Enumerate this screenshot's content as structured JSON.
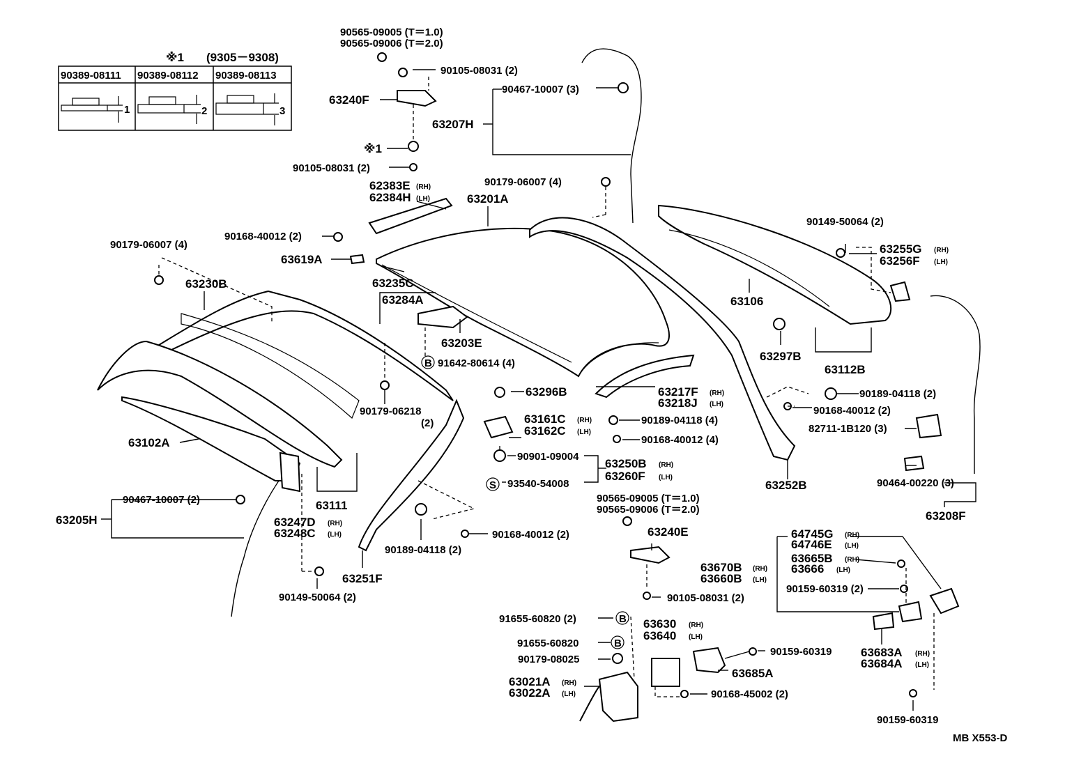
{
  "table": {
    "mark": "※1",
    "date_range": "(9305－9308)",
    "columns": [
      "90389-08111",
      "90389-08112",
      "90389-08113"
    ],
    "thickness": [
      "1",
      "2",
      "3"
    ]
  },
  "labels": {
    "p90565a": "90565-09005 (T＝1.0)",
    "p90565b": "90565-09006 (T＝2.0)",
    "p90105a": "90105-08031 (2)",
    "p63240F": "63240F",
    "p90467a": "90467-10007 (3)",
    "p63207H": "63207H",
    "mark1": "※1",
    "p90105b": "90105-08031 (2)",
    "p90179a": "90179-06007 (4)",
    "p62383E": "62383E",
    "rh": "(RH)",
    "lh": "(LH)",
    "p62384H": "62384H",
    "p63201A": "63201A",
    "p90168a": "90168-40012 (2)",
    "p90149a": "90149-50064 (2)",
    "p90179b": "90179-06007 (4)",
    "p63619A": "63619A",
    "p63255G": "63255G",
    "p63256F": "63256F",
    "p63230B": "63230B",
    "p63235C": "63235C",
    "p63284A": "63284A",
    "p63106": "63106",
    "p63203E": "63203E",
    "p63297B": "63297B",
    "p91642": "91642-80614 (4)",
    "p63112B": "63112B",
    "p90179c": "90179-06218",
    "p90179c2": "(2)",
    "p63296B": "63296B",
    "p63217F": "63217F",
    "p63218J": "63218J",
    "p90189a": "90189-04118 (2)",
    "p90168b": "90168-40012 (2)",
    "p82711": "82711-1B120 (3)",
    "p63161C": "63161C",
    "p63162C": "63162C",
    "p90189b": "90189-04118 (4)",
    "p90168c": "90168-40012 (4)",
    "p63102A": "63102A",
    "p90901": "90901-09004",
    "p63250B": "63250B",
    "p63260F": "63260F",
    "p93540": "93540-54008",
    "p63252B": "63252B",
    "p90464": "90464-00220 (3)",
    "p90565c": "90565-09005 (T＝1.0)",
    "p90565d": "90565-09006 (T＝2.0)",
    "p90467b": "90467-10007 (2)",
    "p63111": "63111",
    "p63205H": "63205H",
    "p63247D": "63247D",
    "p63248C": "63248C",
    "p63208F": "63208F",
    "p90168d": "90168-40012 (2)",
    "p63240E": "63240E",
    "p64745G": "64745G",
    "p64746E": "64746E",
    "p90189c": "90189-04118 (2)",
    "p63251F": "63251F",
    "p63670B": "63670B",
    "p63660B": "63660B",
    "p63665B": "63665B",
    "p63666": "63666",
    "p90149b": "90149-50064 (2)",
    "p90105c": "90105-08031 (2)",
    "p90159a": "90159-60319 (2)",
    "p91655a": "91655-60820 (2)",
    "p63630": "63630",
    "p63640": "63640",
    "p91655b": "91655-60820",
    "p90159b": "90159-60319",
    "p90179d": "90179-08025",
    "p63685A": "63685A",
    "p63683A": "63683A",
    "p63684A": "63684A",
    "p63021A": "63021A",
    "p63022A": "63022A",
    "p90168e": "90168-45002 (2)",
    "p90159c": "90159-60319",
    "code": "MB  X553-D",
    "circB": "B",
    "circS": "S"
  }
}
